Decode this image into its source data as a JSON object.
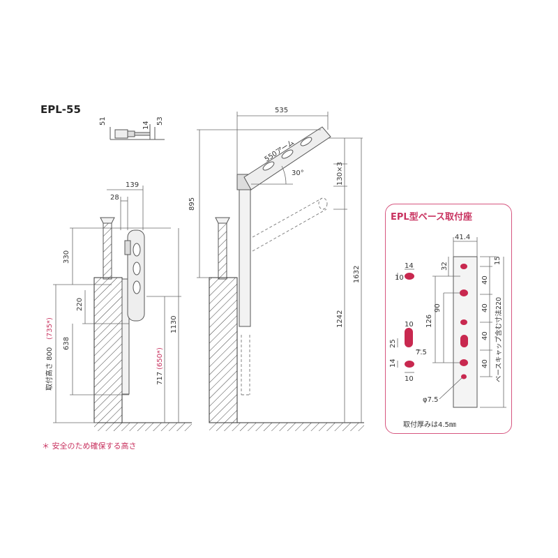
{
  "title": "EPL-55",
  "note": "＊ 安全のため確保する高さ",
  "panel": {
    "title": "EPL型ベース取付座",
    "thickness_note": "取付厚みは4.5㎜"
  },
  "dims": {
    "top_51": "51",
    "top_14": "14",
    "top_53": "53",
    "d_139": "139",
    "d_28": "28",
    "d_330": "330",
    "d_220": "220",
    "d_638": "638",
    "d_800_label": "取付高さ 800",
    "d_800_alt": "(735*)",
    "d_1130": "1130",
    "d_717": "717",
    "d_717_alt": "(650*)",
    "d_535": "535",
    "d_895": "895",
    "arm_label": "550アーム",
    "angle": "30°",
    "d_130x3": "130×3",
    "d_1632": "1632",
    "d_1242": "1242",
    "p_41_4": "41.4",
    "p_32": "32",
    "p_15": "15",
    "p_40a": "40",
    "p_40b": "40",
    "p_40c": "40",
    "p_40d": "40",
    "p_126": "126",
    "p_90": "90",
    "p_220_label": "ベースキャップ含む寸法220",
    "p_14a": "14",
    "p_10a": "10",
    "p_10b": "10",
    "p_25": "25",
    "p_7_5": "7.5",
    "p_14b": "14",
    "p_10c": "10",
    "p_phi": "φ7.5"
  },
  "colors": {
    "accent": "#c8325f",
    "hole": "#c8284f",
    "line": "#555555"
  }
}
